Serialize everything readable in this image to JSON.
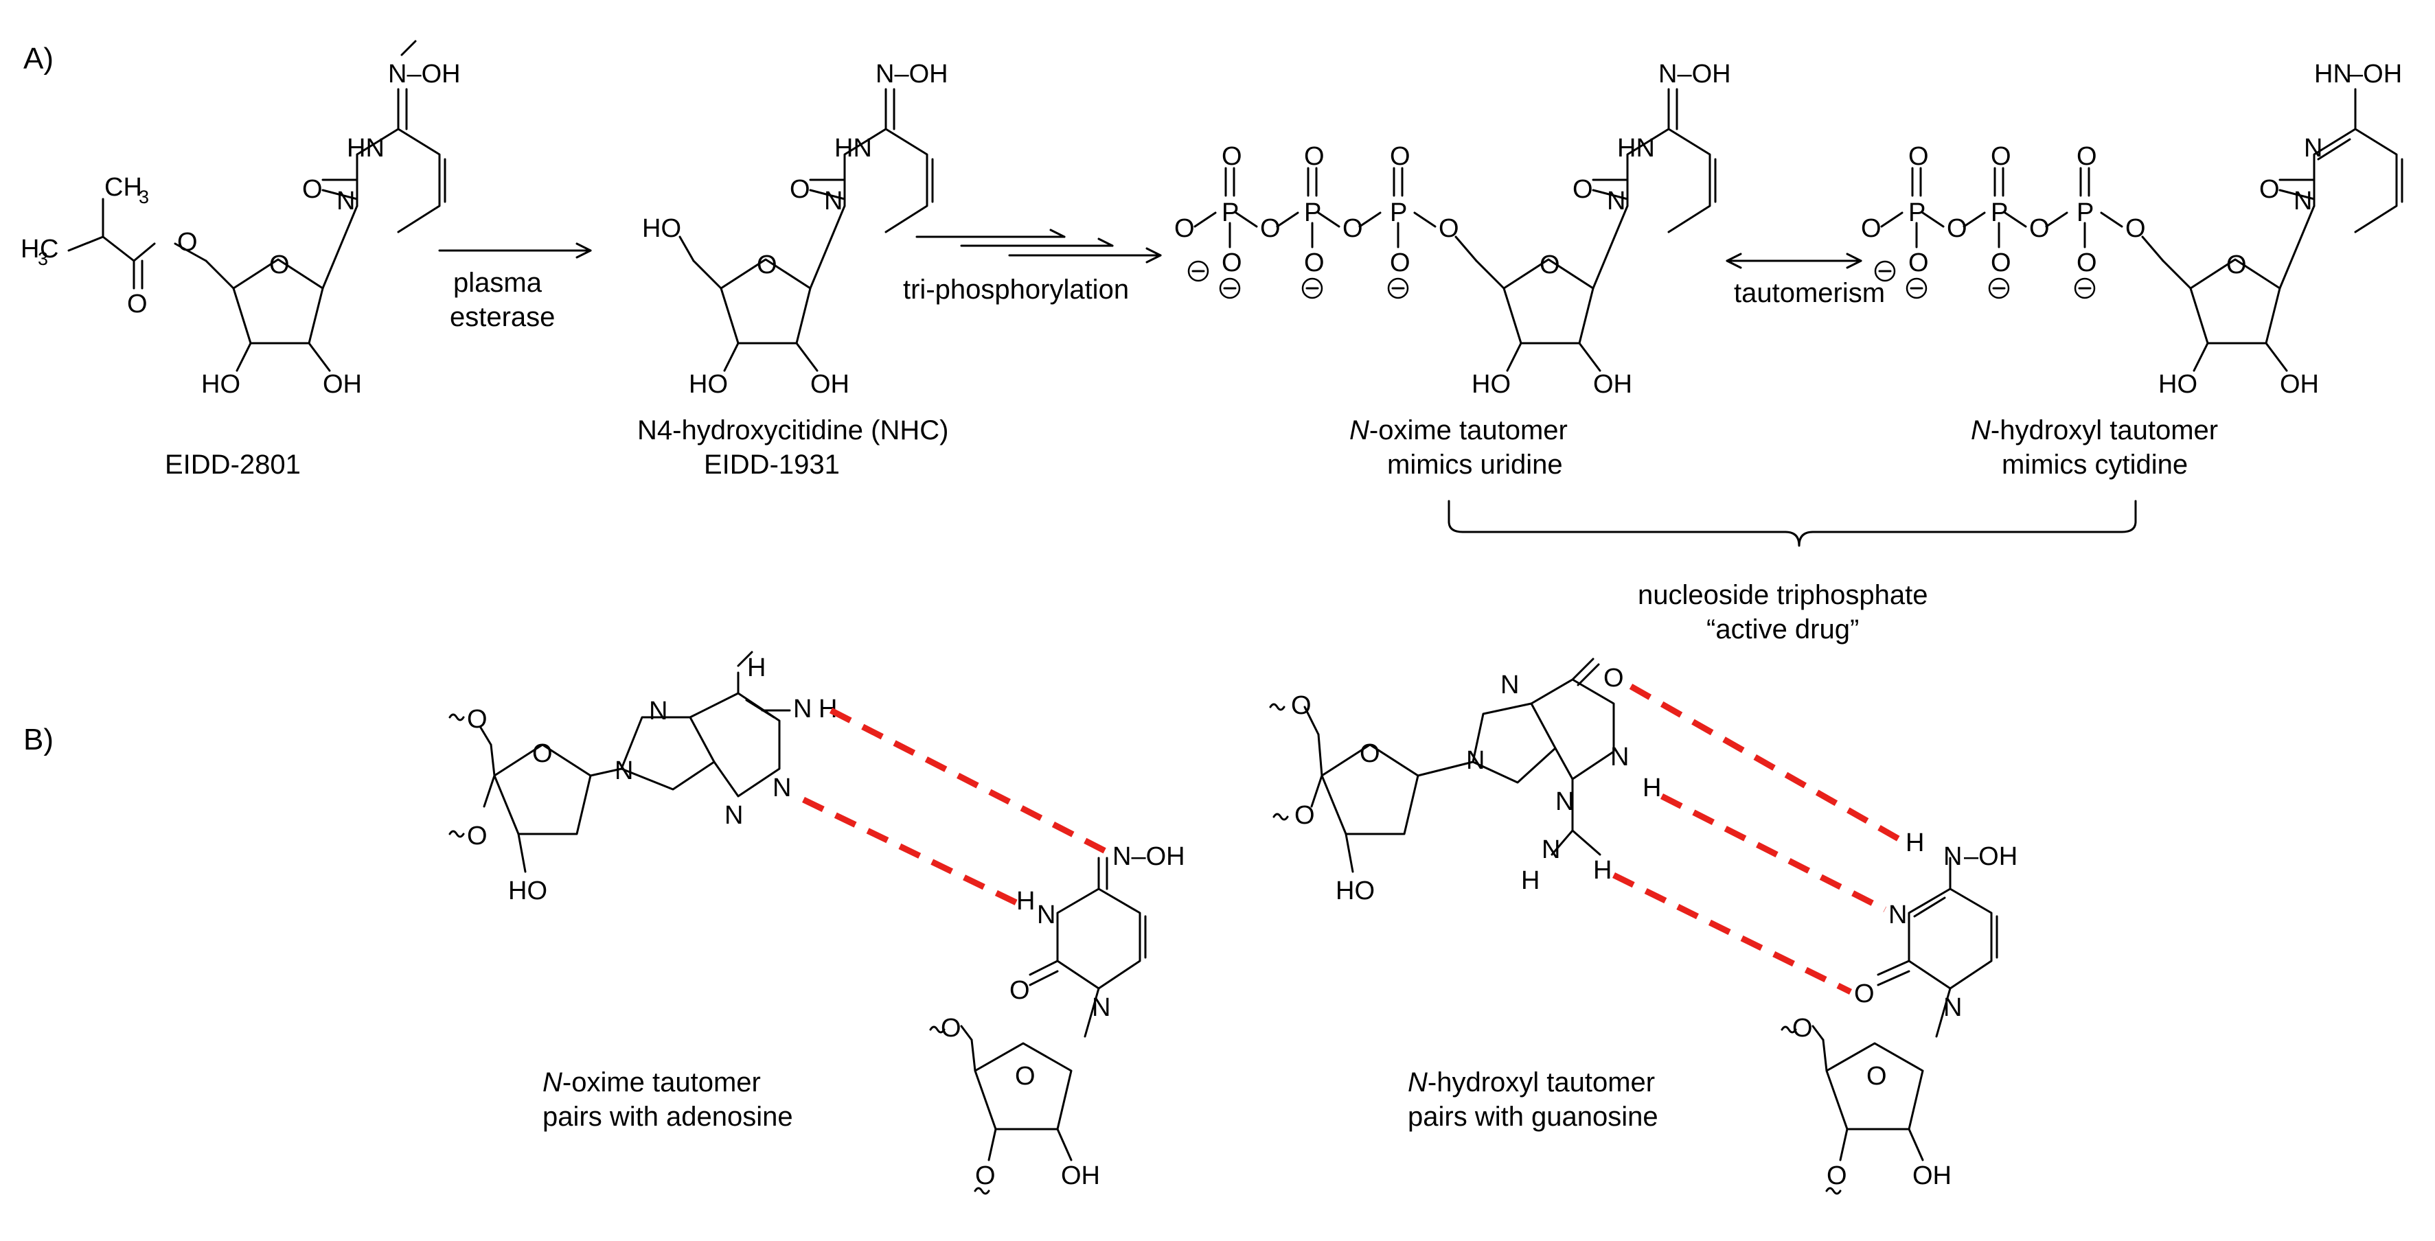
{
  "panels": {
    "a": "A)",
    "b": "B)"
  },
  "arrows": {
    "step1_top": "plasma",
    "step1_bottom": "esterase",
    "step2": "tri-phosphorylation",
    "step3": "tautomerism"
  },
  "compounds": {
    "eidd2801": "EIDD-2801",
    "nhc_line1": "N4-hydroxycitidine (NHC)",
    "nhc_line2": "EIDD-1931",
    "oxime_italic": "N",
    "oxime_line1_rest": "-oxime tautomer",
    "oxime_line2": "mimics uridine",
    "hydroxyl_italic": "N",
    "hydroxyl_line1_rest": "-hydroxyl tautomer",
    "hydroxyl_line2": "mimics cytidine",
    "triphosphate_line1": "nucleoside triphosphate",
    "triphosphate_line2": "“active drug”"
  },
  "pairing": {
    "oxime_italic": "N",
    "oxime_line1_rest": "-oxime tautomer",
    "oxime_line2": "pairs with adenosine",
    "hydroxyl_italic": "N",
    "hydroxyl_line1_rest": "-hydroxyl tautomer",
    "hydroxyl_line2": "pairs with guanosine"
  },
  "atoms": {
    "O": "O",
    "N": "N",
    "H": "H",
    "P": "P",
    "OH": "OH",
    "HO": "HO",
    "HN": "HN",
    "NOH": "N–OH",
    "CH": "CH",
    "three": "3",
    "HC": "H",
    "minus": "−"
  },
  "colors": {
    "hbond": "#e8211b",
    "ink": "#000000"
  }
}
